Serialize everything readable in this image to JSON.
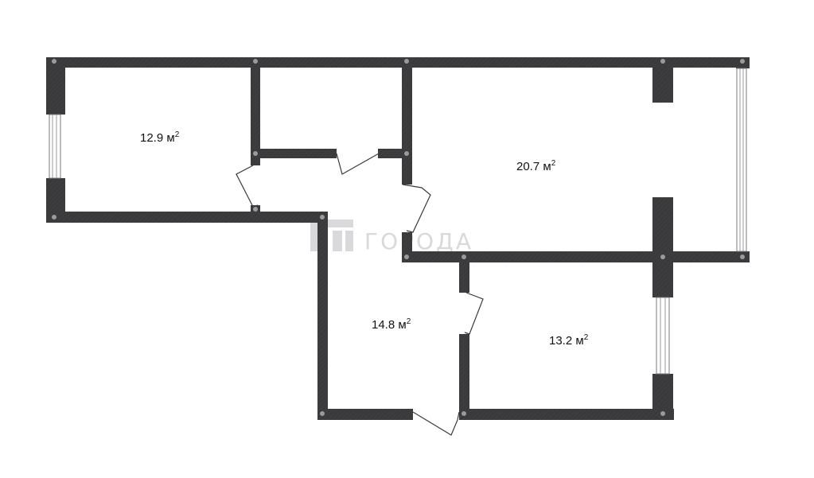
{
  "rooms": [
    {
      "id": "room-1",
      "area": "12.9 м",
      "sup": "2"
    },
    {
      "id": "room-2",
      "area": "20.7 м",
      "sup": "2"
    },
    {
      "id": "room-3",
      "area": "14.8 м",
      "sup": "2"
    },
    {
      "id": "room-4",
      "area": "13.2 м",
      "sup": "2"
    }
  ],
  "watermark": {
    "text": "ГОРОДА"
  },
  "colors": {
    "wall": "#3a3a3c",
    "background": "#ffffff",
    "watermark": "#d9d9db"
  }
}
